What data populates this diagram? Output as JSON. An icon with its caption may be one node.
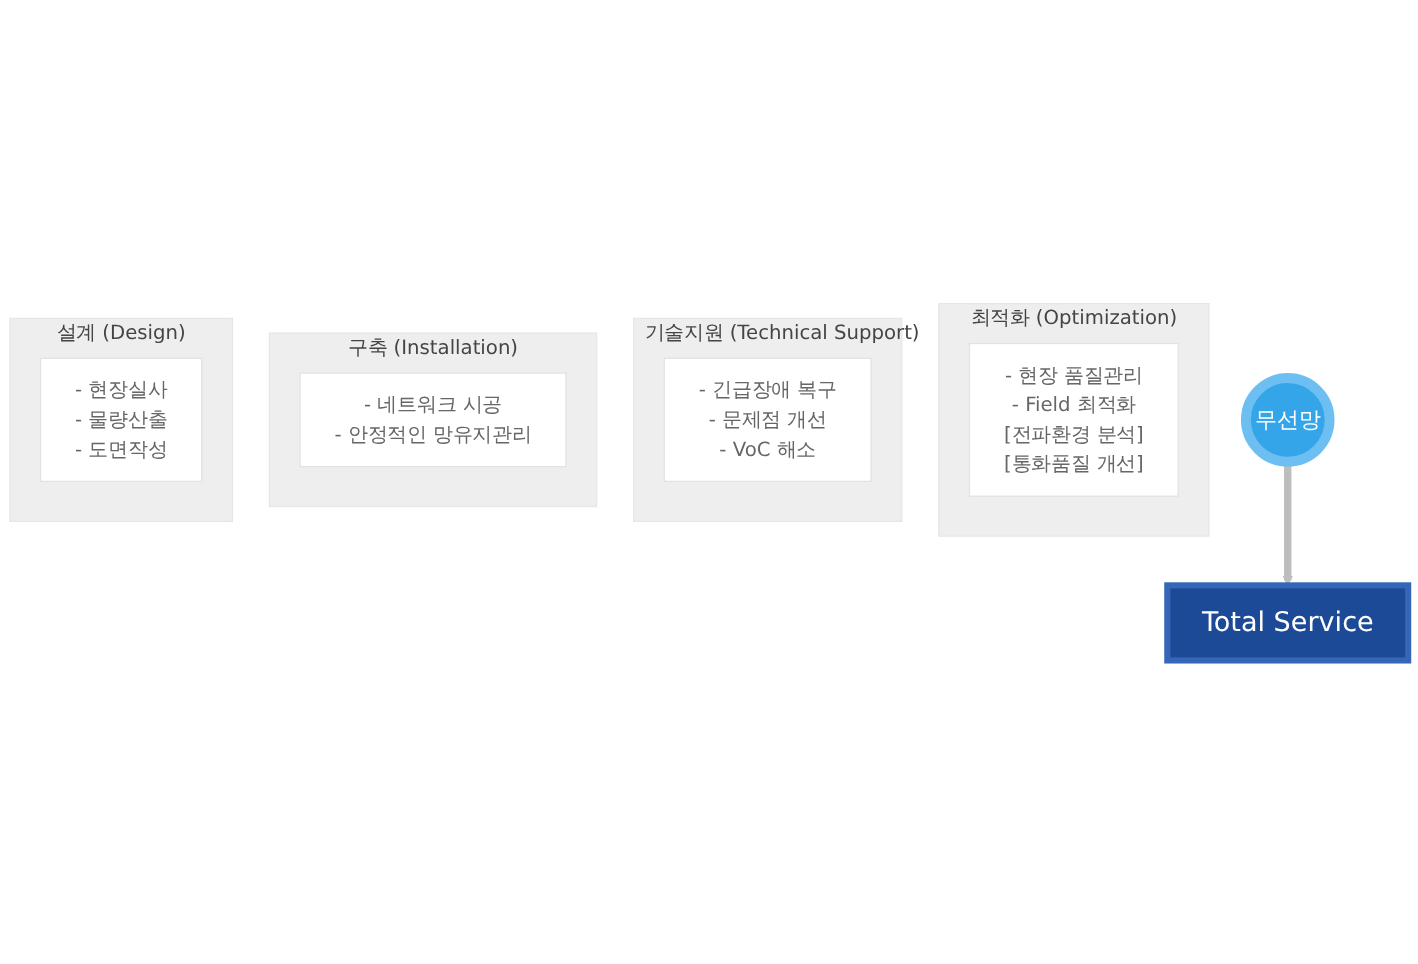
{
  "diagram": {
    "nodes": [
      {
        "text": [
          "설계 (Design)"
        ]
      },
      {
        "text": [
          "-  현장실사",
          "-  물량산출",
          "-  도면작성"
        ],
        "in": 0
      },
      {
        "text": [
          "구축 (Installation)"
        ]
      },
      {
        "text": [
          "- 네트워크 시공",
          "- 안정적인 망유지관리"
        ],
        "in": 2
      },
      {
        "text": [
          "기술지원 (Technical Support)"
        ]
      },
      {
        "text": [
          "- 긴급장애 복구",
          "- 문제점 개선",
          "- VoC 해소"
        ],
        "in": 4
      },
      {
        "text": [
          "최적화 (Optimization)"
        ]
      },
      {
        "text": [
          "- 현장 품질관리",
          "- Field 최적화",
          "[전파환경 분석]",
          "[통화품질 개선]"
        ],
        "in": 6
      },
      {
        "text": [
          "무선망"
        ]
      },
      {
        "text": [
          "Total Service"
        ]
      }
    ],
    "edges": [
      {
        "from": 8,
        "to": 9,
        "arrow": "to"
      }
    ]
  }
}
